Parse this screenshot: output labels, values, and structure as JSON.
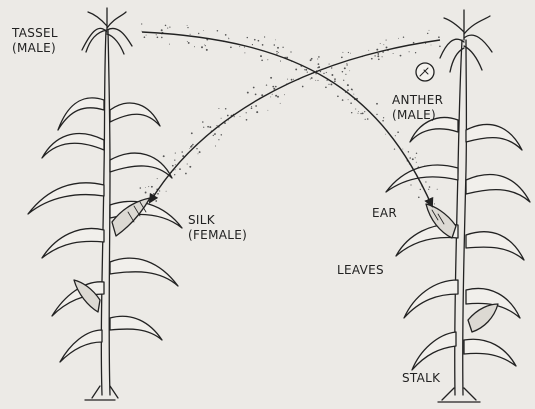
{
  "diagram": {
    "labels": {
      "tassel": [
        "TASSEL",
        "(MALE)"
      ],
      "anther": [
        "ANTHER",
        "(MALE)"
      ],
      "silk": [
        "SILK",
        "(FEMALE)"
      ],
      "ear": "EAR",
      "leaves": "LEAVES",
      "stalk": "STALK"
    }
  }
}
